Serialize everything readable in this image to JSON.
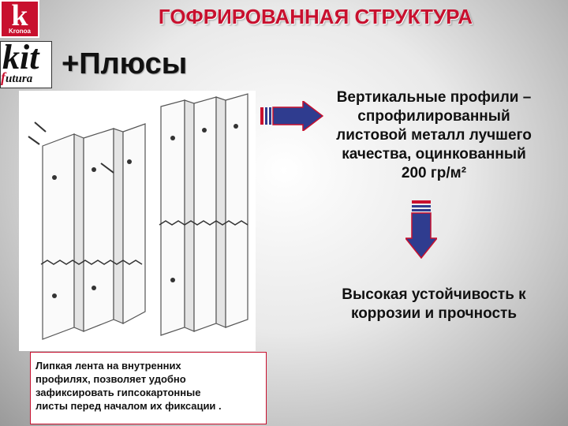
{
  "logos": {
    "kronoa_letter": "k",
    "kronoa_word": "Kronoa",
    "kit": "kit",
    "futura": "utura",
    "futura_f": "f"
  },
  "header": {
    "title": "ГОФРИРОВАННАЯ СТРУКТУРА",
    "subtitle": "+Плюсы"
  },
  "content": {
    "description_lines": [
      "Вертикальные профили –",
      "спрофилированный",
      "листовой металл лучшего",
      "качества, оцинкованный",
      "200 гр/м²"
    ],
    "result_lines": [
      "Высокая  устойчивость к",
      "коррозии и прочность"
    ],
    "note_lines": [
      "Липкая лента на внутренних",
      "профилях, позволяет удобно",
      "зафиксировать гипсокартонные",
      "листы перед началом их фиксации ."
    ]
  },
  "colors": {
    "title_red": "#c8102e",
    "arrow_blue": "#2f3c8f",
    "arrow_red": "#c8102e"
  }
}
